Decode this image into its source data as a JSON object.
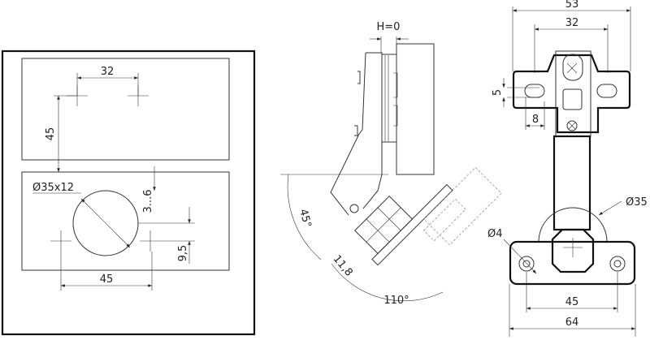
{
  "drill_template": {
    "hole_spacing": "32",
    "vertical_distance": "45",
    "cup_hole": "Ø35x12",
    "cup_edge_distance": "3...6",
    "screw_offset": "9,5",
    "screw_spacing": "45"
  },
  "side_view": {
    "overlay": "H=0",
    "angle_small": "45°",
    "thickness": "11,8",
    "opening_angle": "110°"
  },
  "front_view": {
    "overall_width": "53",
    "slot_spacing": "32",
    "slot_height": "5",
    "slot_width": "8",
    "cup_diameter": "Ø35",
    "screw_hole_diameter": "Ø4",
    "base_screw_spacing": "45",
    "base_width": "64"
  }
}
